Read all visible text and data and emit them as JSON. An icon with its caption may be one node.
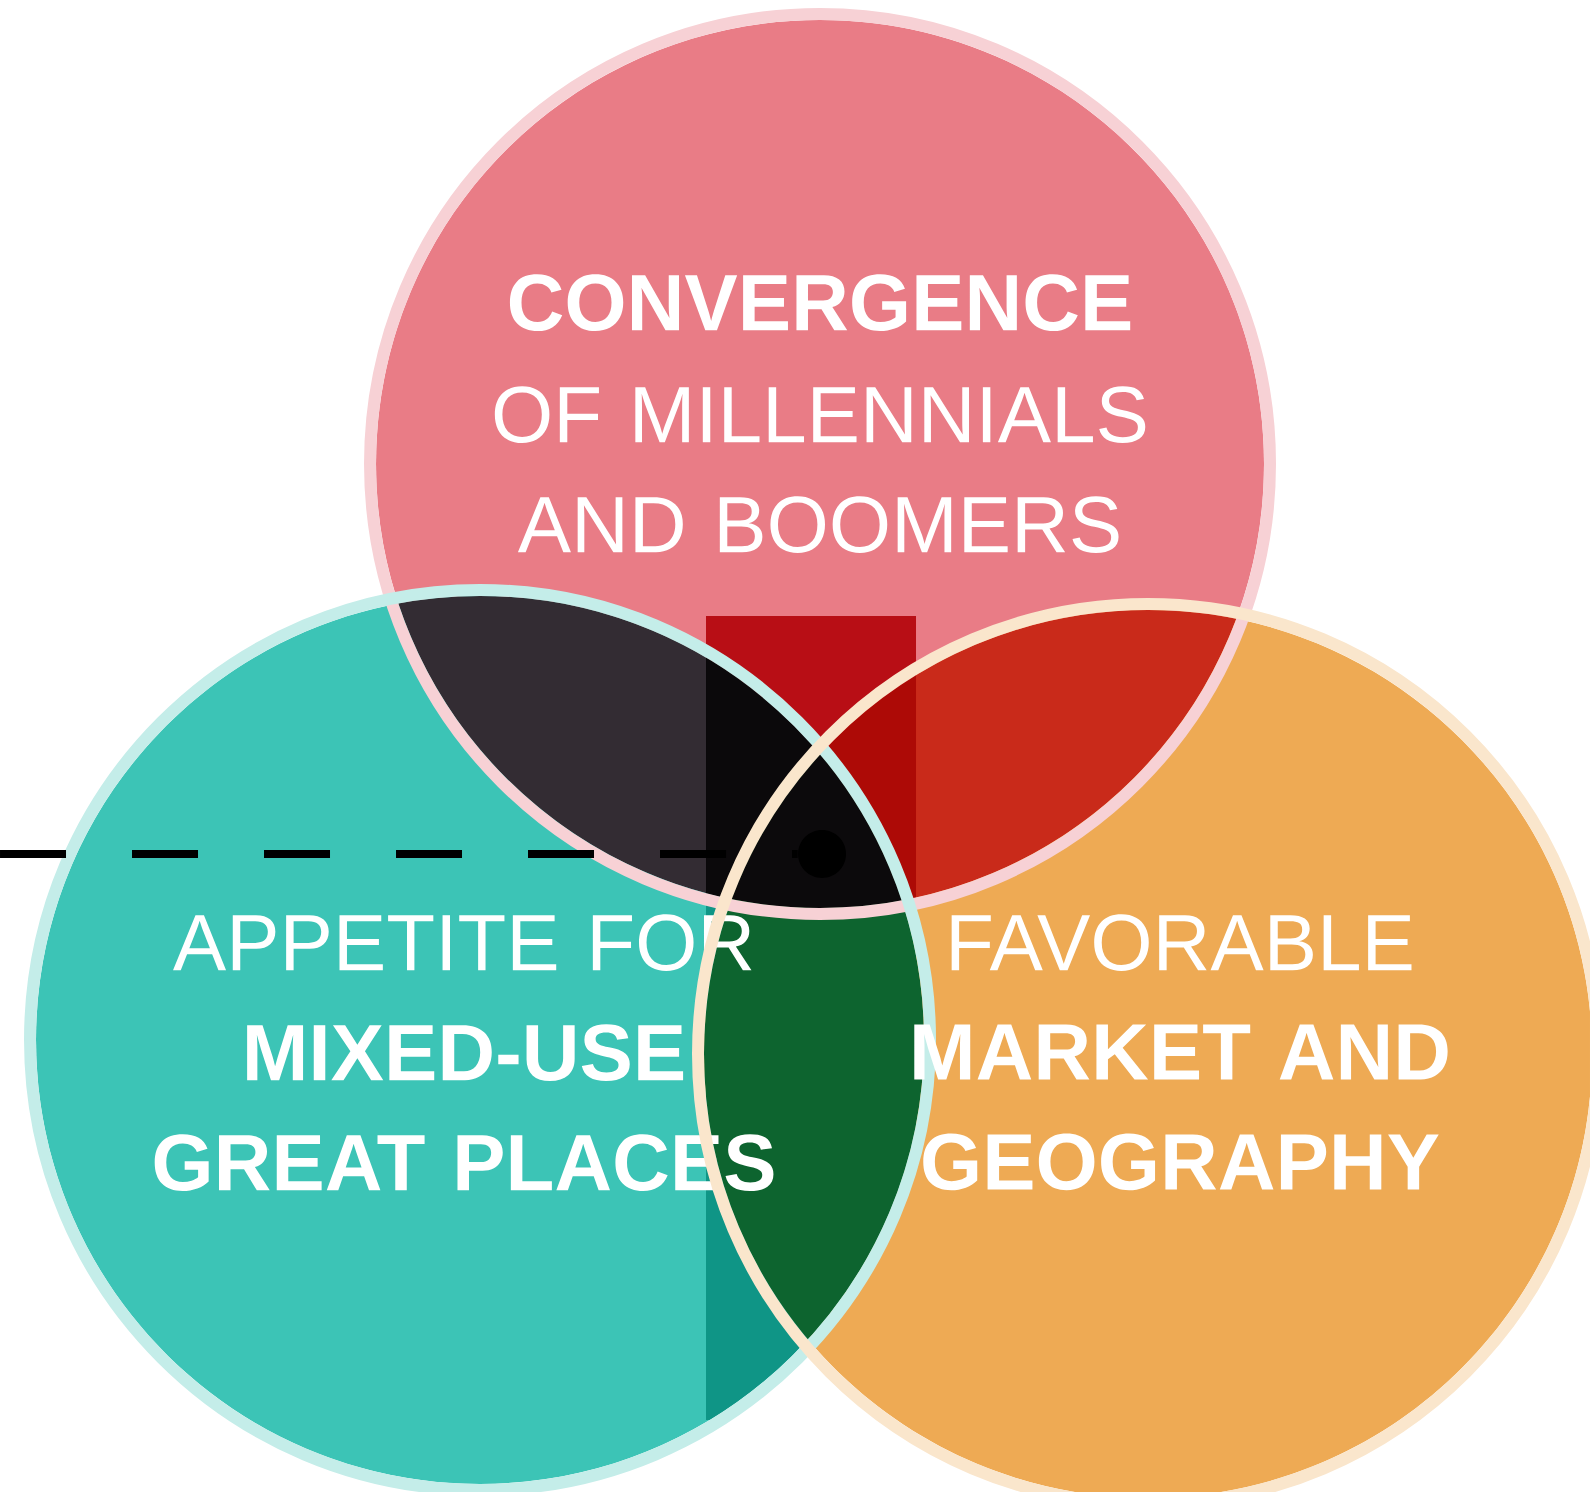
{
  "diagram": {
    "nodes": [
      {
        "text": [
          "CONVERGENCE",
          "OF MILLENNIALS AND BOOMERS"
        ]
      },
      {
        "text": [
          "APPETITE FOR",
          "MIXED-USE GREAT PLACES"
        ]
      },
      {
        "text": [
          "FAVORABLE",
          "MARKET AND GEOGRAPHY"
        ]
      },
      {
        "text": [],
        "shape": "circle"
      }
    ],
    "edges": [
      {
        "from": null,
        "to": 3,
        "arrow": "none",
        "style": "dashed"
      }
    ]
  }
}
